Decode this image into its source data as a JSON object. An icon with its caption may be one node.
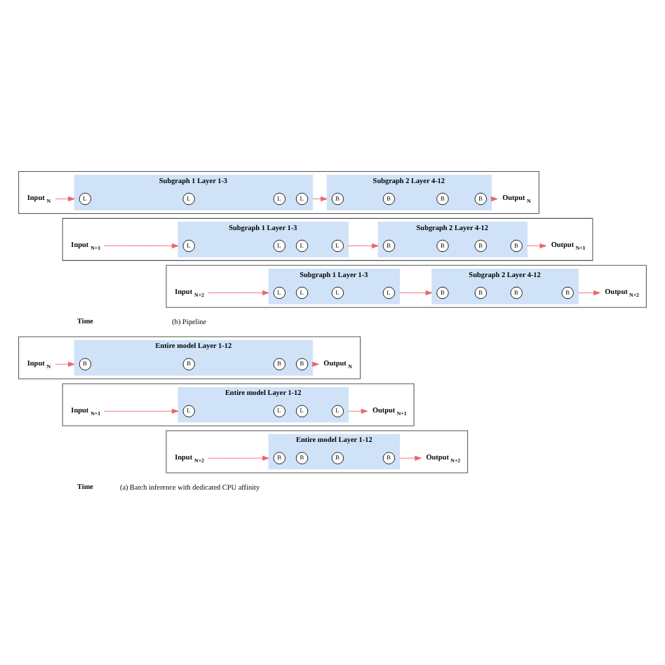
{
  "diagram": {
    "nodes": [
      {
        "text": [],
        "shape": "box"
      },
      {
        "text": [
          "Input $_{N}$"
        ],
        "in": 0
      },
      {
        "text": [
          "Entire model Layer 1-12"
        ],
        "in": 0
      },
      {
        "text": [
          "B"
        ],
        "in": 2
      },
      {
        "text": [
          "B"
        ],
        "in": 2
      },
      {
        "text": [
          "B"
        ],
        "in": 2
      },
      {
        "text": [
          "B"
        ],
        "in": 2
      },
      {
        "text": [
          "Output $_{N}$"
        ],
        "in": 0
      },
      {
        "text": [],
        "shape": "box"
      },
      {
        "text": [
          "Input $_{N+1}$"
        ],
        "in": 8
      },
      {
        "text": [
          "Entire model Layer 1-12"
        ],
        "in": 8
      },
      {
        "text": [
          "L"
        ],
        "in": 10
      },
      {
        "text": [
          "L"
        ],
        "in": 10
      },
      {
        "text": [
          "L"
        ],
        "in": 10
      },
      {
        "text": [
          "L"
        ],
        "in": 10
      },
      {
        "text": [
          "Output $_{N+1}$"
        ],
        "in": 8
      },
      {
        "text": [],
        "shape": "box"
      },
      {
        "text": [
          "Input $_{N+2}$"
        ],
        "in": 16
      },
      {
        "text": [
          "Entire model Layer 1-12"
        ],
        "in": 16
      },
      {
        "text": [
          "B"
        ],
        "in": 18
      },
      {
        "text": [
          "B"
        ],
        "in": 18
      },
      {
        "text": [
          "B"
        ],
        "in": 18
      },
      {
        "text": [
          "B"
        ],
        "in": 18
      },
      {
        "text": [
          "Output $_{N+2}$"
        ],
        "in": 16
      },
      {
        "text": [],
        "shape": "box"
      },
      {
        "text": [
          "Input $_{N}$"
        ],
        "in": 24
      },
      {
        "text": [
          "Subgraph 1 Layer 1-3"
        ],
        "in": 24
      },
      {
        "text": [
          "L"
        ],
        "in": 26
      },
      {
        "text": [
          "L"
        ],
        "in": 26
      },
      {
        "text": [
          "L"
        ],
        "in": 26
      },
      {
        "text": [
          "L"
        ],
        "in": 26
      },
      {
        "text": [
          "Subgraph 2 Layer 4-12"
        ],
        "in": 24
      },
      {
        "text": [
          "B"
        ],
        "in": 31
      },
      {
        "text": [
          "B"
        ],
        "in": 31
      },
      {
        "text": [
          "B"
        ],
        "in": 31
      },
      {
        "text": [
          "B"
        ],
        "in": 31
      },
      {
        "text": [
          "Output $_{N}$"
        ],
        "in": 24
      },
      {
        "text": [],
        "shape": "box"
      },
      {
        "text": [
          "Input $_{N+1}$"
        ],
        "in": 37
      },
      {
        "text": [
          "Subgraph 1 Layer 1-3"
        ],
        "in": 37
      },
      {
        "text": [
          "L"
        ],
        "in": 39
      },
      {
        "text": [
          "L"
        ],
        "in": 39
      },
      {
        "text": [
          "L"
        ],
        "in": 39
      },
      {
        "text": [
          "L"
        ],
        "in": 39
      },
      {
        "text": [
          "Subgraph 2 Layer 4-12"
        ],
        "in": 37
      },
      {
        "text": [
          "B"
        ],
        "in": 44
      },
      {
        "text": [
          "B"
        ],
        "in": 44
      },
      {
        "text": [
          "B"
        ],
        "in": 44
      },
      {
        "text": [
          "B"
        ],
        "in": 44
      },
      {
        "text": [
          "Output $_{N+1}$"
        ],
        "in": 37
      },
      {
        "text": [],
        "shape": "box"
      },
      {
        "text": [
          "Input $_{N+2}$"
        ],
        "in": 50
      },
      {
        "text": [
          "Subgraph 1 Layer 1-3"
        ],
        "in": 50
      },
      {
        "text": [
          "L"
        ],
        "in": 52
      },
      {
        "text": [
          "L"
        ],
        "in": 52
      },
      {
        "text": [
          "L"
        ],
        "in": 52
      },
      {
        "text": [
          "L"
        ],
        "in": 52
      },
      {
        "text": [
          "Subgraph 2 Layer 4-12"
        ],
        "in": 50
      },
      {
        "text": [
          "B"
        ],
        "in": 57
      },
      {
        "text": [
          "B"
        ],
        "in": 57
      },
      {
        "text": [
          "B"
        ],
        "in": 57
      },
      {
        "text": [
          "B"
        ],
        "in": 57
      },
      {
        "text": [
          "Output $_{N+2}$"
        ],
        "in": 50
      }
    ],
    "edges": [
      {
        "from": 1,
        "to": 2,
        "arrow": "to"
      },
      {
        "from": 2,
        "to": 7,
        "arrow": "to"
      },
      {
        "from": 9,
        "to": 10,
        "arrow": "to"
      },
      {
        "from": 10,
        "to": 15,
        "arrow": "to"
      },
      {
        "from": 17,
        "to": 18,
        "arrow": "to"
      },
      {
        "from": 18,
        "to": 23,
        "arrow": "to"
      },
      {
        "from": 25,
        "to": 26,
        "arrow": "to"
      },
      {
        "from": 26,
        "to": 31,
        "arrow": "to"
      },
      {
        "from": 31,
        "to": 36,
        "arrow": "to"
      },
      {
        "from": 38,
        "to": 39,
        "arrow": "to"
      },
      {
        "from": 39,
        "to": 44,
        "arrow": "to"
      },
      {
        "from": 44,
        "to": 49,
        "arrow": "to"
      },
      {
        "from": 51,
        "to": 52,
        "arrow": "to"
      },
      {
        "from": 52,
        "to": 57,
        "arrow": "to"
      },
      {
        "from": 57,
        "to": 62,
        "arrow": "to"
      }
    ],
    "labels": [
      "Time",
      "(a) Batch inference with dedicated CPU affinity",
      "Time",
      "(b) Pipeline"
    ]
  }
}
